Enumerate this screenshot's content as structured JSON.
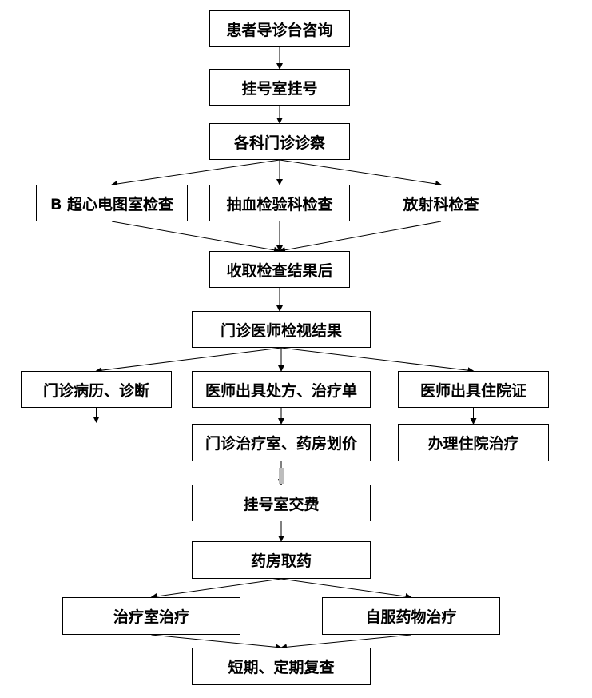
{
  "flowchart": {
    "nodes": [
      {
        "id": "n1",
        "label": "患者导诊台咨询"
      },
      {
        "id": "n2",
        "label": "挂号室挂号"
      },
      {
        "id": "n3",
        "label": "各科门诊诊察"
      },
      {
        "id": "n4",
        "label": "B 超心电图室检查"
      },
      {
        "id": "n5",
        "label": "抽血检验科检查"
      },
      {
        "id": "n6",
        "label": "放射科检查"
      },
      {
        "id": "n7",
        "label": "收取检查结果后"
      },
      {
        "id": "n8",
        "label": "门诊医师检视结果"
      },
      {
        "id": "n9",
        "label": "门诊病历、诊断"
      },
      {
        "id": "n10",
        "label": "医师出具处方、治疗单"
      },
      {
        "id": "n11",
        "label": "医师出具住院证"
      },
      {
        "id": "n12",
        "label": "门诊治疗室、药房划价"
      },
      {
        "id": "n13",
        "label": "办理住院治疗"
      },
      {
        "id": "n14",
        "label": "挂号室交费"
      },
      {
        "id": "n15",
        "label": "药房取药"
      },
      {
        "id": "n16",
        "label": "治疗室治疗"
      },
      {
        "id": "n17",
        "label": "自服药物治疗"
      },
      {
        "id": "n18",
        "label": "短期、定期复查"
      }
    ],
    "edges": [
      [
        "n1",
        "n2"
      ],
      [
        "n2",
        "n3"
      ],
      [
        "n3",
        "n4"
      ],
      [
        "n3",
        "n5"
      ],
      [
        "n3",
        "n6"
      ],
      [
        "n4",
        "n7"
      ],
      [
        "n5",
        "n7"
      ],
      [
        "n6",
        "n7"
      ],
      [
        "n7",
        "n8"
      ],
      [
        "n8",
        "n9"
      ],
      [
        "n8",
        "n10"
      ],
      [
        "n8",
        "n11"
      ],
      [
        "n9",
        null
      ],
      [
        "n10",
        "n12"
      ],
      [
        "n11",
        "n13"
      ],
      [
        "n12",
        "n14"
      ],
      [
        "n14",
        "n15"
      ],
      [
        "n15",
        "n16"
      ],
      [
        "n15",
        "n17"
      ],
      [
        "n16",
        "n18"
      ],
      [
        "n17",
        "n18"
      ]
    ]
  }
}
